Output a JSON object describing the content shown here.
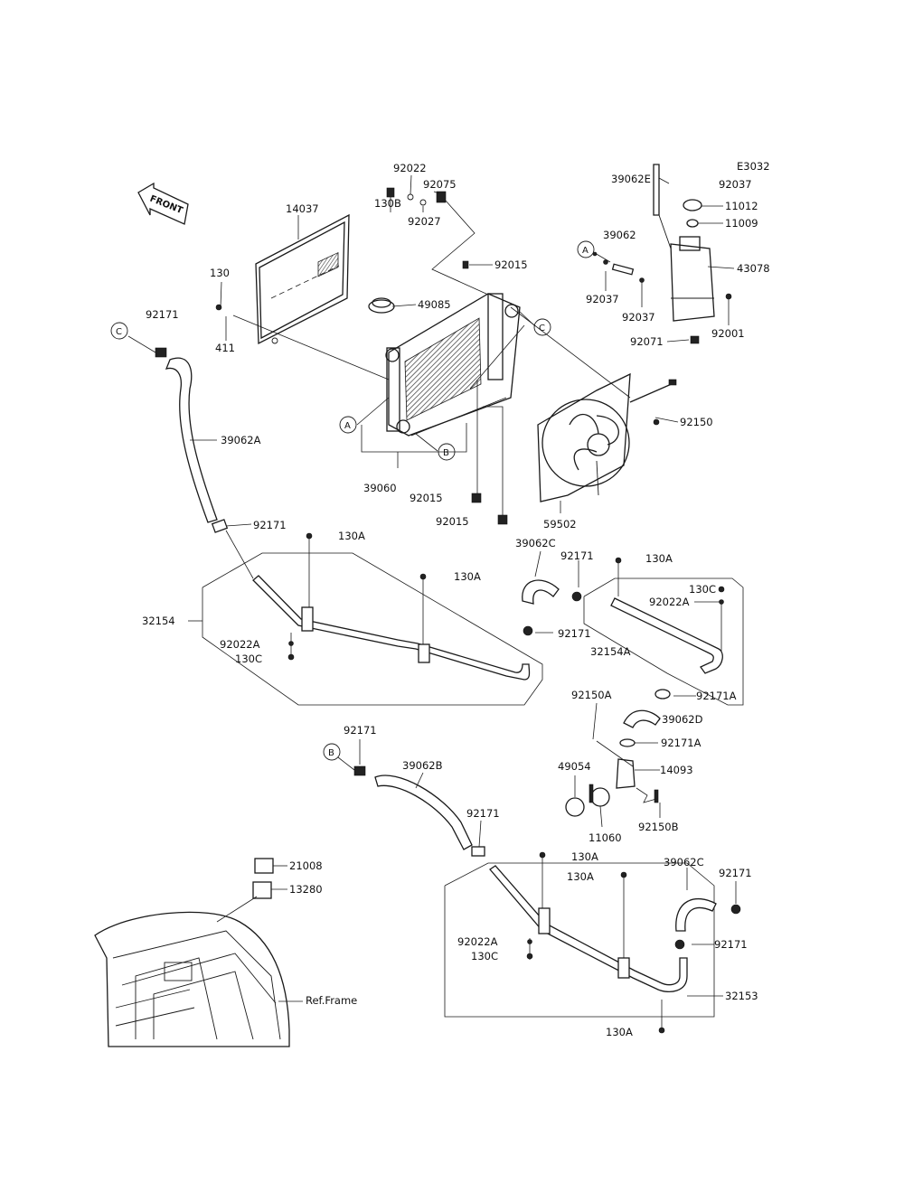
{
  "diagram_code": "E3032",
  "front_arrow": "FRONT",
  "ref_frame": "Ref.Frame",
  "markers": [
    "A",
    "B",
    "C"
  ],
  "labels": {
    "l92022_top": "92022",
    "l92075": "92075",
    "l130B": "130B",
    "l92027": "92027",
    "l14037": "14037",
    "l130": "130",
    "l411": "411",
    "l92015_top": "92015",
    "l49085": "49085",
    "l92171_c": "92171",
    "l39062A": "39062A",
    "l39060": "39060",
    "l92015_mid": "92015",
    "l92015_bot": "92015",
    "l59502": "59502",
    "l92150": "92150",
    "l39062E": "39062E",
    "l92037_top": "92037",
    "l11012": "11012",
    "l11009": "11009",
    "l39062": "39062",
    "l43078": "43078",
    "l92037_l": "92037",
    "l92037_r": "92037",
    "l92001": "92001",
    "l92071": "92071",
    "l92171_a": "92171",
    "l130A_1": "130A",
    "l130A_2": "130A",
    "l32154": "32154",
    "l92022A_l": "92022A",
    "l130C_l": "130C",
    "l39062C_top": "39062C",
    "l92171_b": "92171",
    "l92171_d": "92171",
    "l130A_3": "130A",
    "l130C_r": "130C",
    "l92022A_r": "92022A",
    "l32154A": "32154A",
    "l92171A_1": "92171A",
    "l92150A": "92150A",
    "l39062D": "39062D",
    "l92171A_2": "92171A",
    "l92171_e": "92171",
    "l39062B": "39062B",
    "l49054": "49054",
    "l14093": "14093",
    "l11060": "11060",
    "l92150B": "92150B",
    "l92171_f": "92171",
    "l130A_4": "130A",
    "l21008": "21008",
    "l130A_5": "130A",
    "l39062C_bot": "39062C",
    "l92171_g": "92171",
    "l13280": "13280",
    "l92022A_b": "92022A",
    "l92171_h": "92171",
    "l130C_b": "130C",
    "l32153": "32153",
    "l130A_6": "130A"
  }
}
